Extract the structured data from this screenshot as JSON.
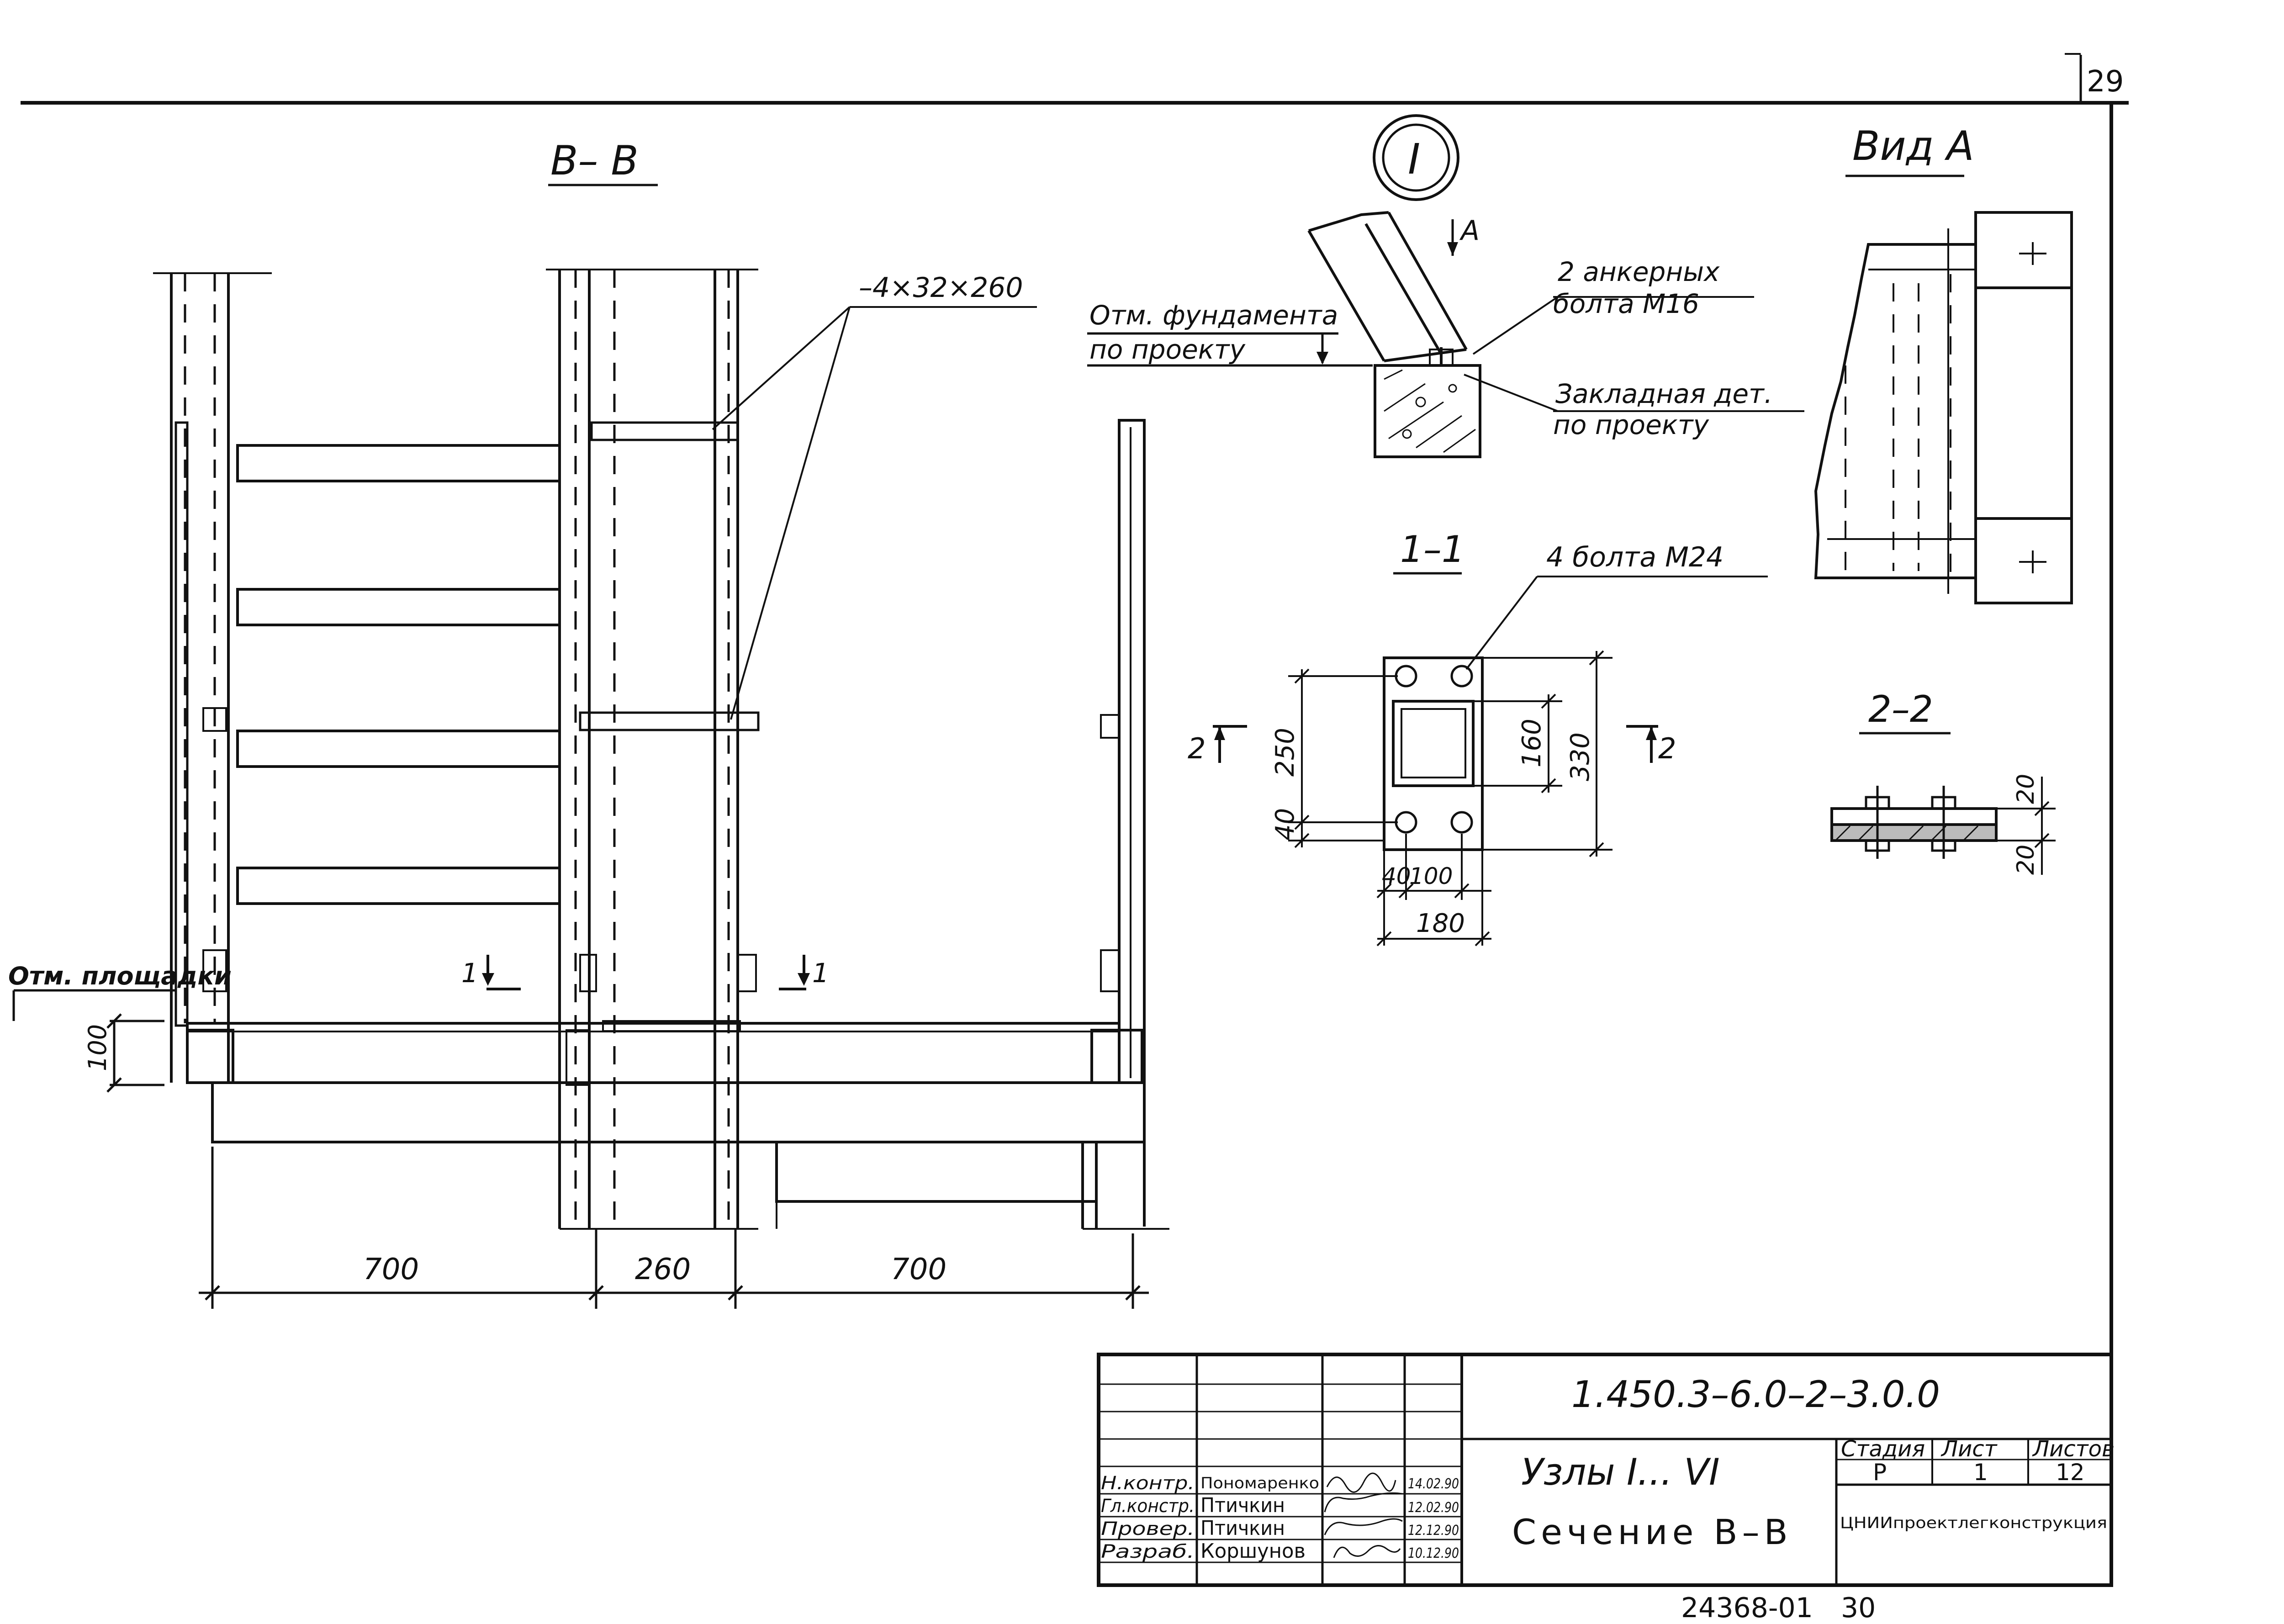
{
  "sheet": {
    "page_number": "29",
    "stamp_number": "24368-01",
    "stamp_page": "30"
  },
  "section_bb": {
    "title": "В– В",
    "plate_label": "–4×32×260",
    "platform_label": "Отм. площадки",
    "platform_dim": "100",
    "section_mark_left": "1",
    "section_mark_right": "1",
    "dims": [
      "700",
      "260",
      "700"
    ]
  },
  "node_1": {
    "mark": "I",
    "view_arrow": "А",
    "foundation_label_1": "Отм. фундамента",
    "foundation_label_2": "по проекту",
    "anchor_label_1": "2 анкерных",
    "anchor_label_2": "болта М16",
    "embed_label_1": "Закладная дет.",
    "embed_label_2": "по проекту"
  },
  "view_a": {
    "title": "Вид А"
  },
  "section_11": {
    "title": "1–1",
    "bolts_label": "4 болта М24",
    "dim_250": "250",
    "dim_40v": "40",
    "dim_160": "160",
    "dim_330": "330",
    "dim_40h": "40",
    "dim_100": "100",
    "dim_180": "180",
    "mark_left": "2",
    "mark_right": "2"
  },
  "section_22": {
    "title": "2–2",
    "dim_top": "20",
    "dim_bottom": "20"
  },
  "title_block": {
    "doc_code": "1.450.3–6.0–2–3.0.0",
    "title_line_1": "Узлы I... VI",
    "title_line_2": "Сечение В–В",
    "stage_header": "Стадия",
    "sheet_header": "Лист",
    "sheets_header": "Листов",
    "stage_value": "Р",
    "sheet_value": "1",
    "sheets_value": "12",
    "organization": "ЦНИИпроектлегконструкция",
    "roles": [
      {
        "role": "Н.контр.",
        "name": "Пономаренко",
        "date": "14.02.90"
      },
      {
        "role": "Гл.констр.",
        "name": "Птичкин",
        "date": "12.02.90"
      },
      {
        "role": "Провер.",
        "name": "Птичкин",
        "date": "12.12.90"
      },
      {
        "role": "Разраб.",
        "name": "Коршунов",
        "date": "10.12.90"
      }
    ]
  }
}
